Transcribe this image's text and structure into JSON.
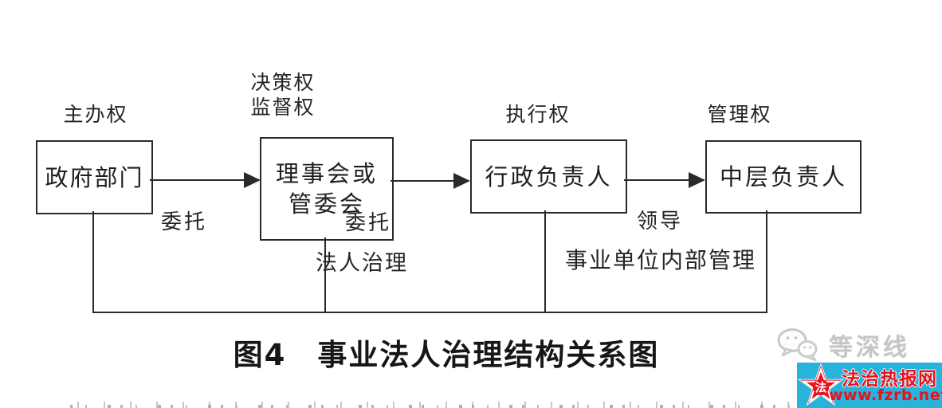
{
  "figure": {
    "caption": "图4　事业法人治理结构关系图",
    "nodes": [
      {
        "id": "government",
        "label": "政府部门",
        "authority": "主办权"
      },
      {
        "id": "council",
        "label_line1": "理事会或",
        "label_line2": "管委会",
        "authority_line1": "决策权",
        "authority_line2": "监督权"
      },
      {
        "id": "executive",
        "label": "行政负责人",
        "authority": "执行权"
      },
      {
        "id": "middle-manager",
        "label": "中层负责人",
        "authority": "管理权"
      }
    ],
    "edges": {
      "entrust_1": "委托",
      "entrust_2": "委托",
      "lead": "领导"
    },
    "region_labels": {
      "legal_governance": "法人治理",
      "internal_management": "事业单位内部管理"
    }
  },
  "watermark": {
    "brand": "等深线"
  },
  "site_badge": {
    "star_character": "法",
    "site_name": "法治热报网",
    "url": "www.fzrb.net"
  },
  "colors": {
    "line": "#2a2a2a",
    "watermark_gray": "#c3c3c3",
    "badge_background": "#29b3db",
    "badge_red": "#e8111d"
  }
}
